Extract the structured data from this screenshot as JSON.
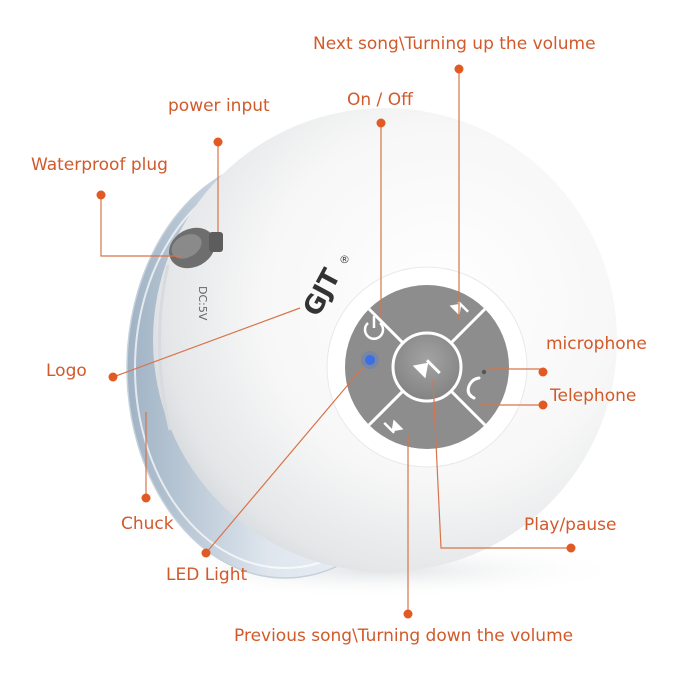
{
  "labels": {
    "next_song": "Next song\\Turning up the volume",
    "on_off": "On / Off",
    "power_input": "power input",
    "waterproof_plug": "Waterproof plug",
    "microphone": "microphone",
    "telephone": "Telephone",
    "logo": "Logo",
    "chuck": "Chuck",
    "play_pause": "Play/pause",
    "led_light": "LED Light",
    "previous_song": "Previous song\\Turning down the volume"
  },
  "device": {
    "brand": "GJT",
    "brand_mark": "®",
    "power_spec": "DC:5V"
  },
  "colors": {
    "accent": "#e15a24",
    "label_text": "#d2592a",
    "body_white": "#ffffff",
    "button_gray": "#8f8f8f",
    "led_blue": "#3b6fe8"
  },
  "icons": {
    "power_button": "power-icon",
    "next_button": "next-track-icon",
    "previous_button": "previous-track-icon",
    "play_pause_button": "play-pause-icon",
    "telephone_button": "phone-icon"
  }
}
